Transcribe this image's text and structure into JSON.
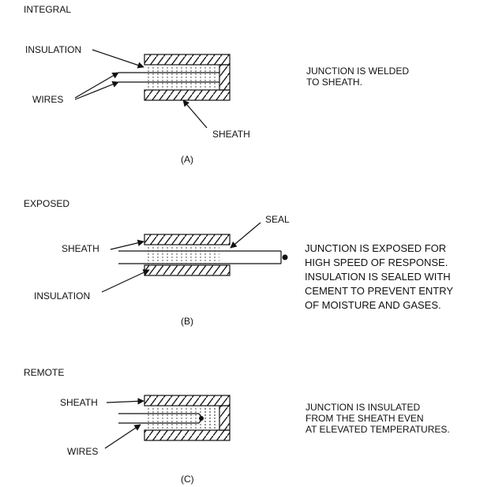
{
  "panels": [
    {
      "title": "INTEGRAL",
      "caption": "(A)",
      "labels": {
        "insulation": "INSULATION",
        "wires": "WIRES",
        "sheath": "SHEATH"
      },
      "description": [
        "JUNCTION IS WELDED",
        "TO SHEATH."
      ]
    },
    {
      "title": "EXPOSED",
      "caption": "(B)",
      "labels": {
        "seal": "SEAL",
        "sheath": "SHEATH",
        "insulation": "INSULATION"
      },
      "description": [
        "JUNCTION IS EXPOSED FOR",
        "HIGH SPEED OF RESPONSE.",
        "INSULATION IS SEALED WITH",
        "CEMENT TO PREVENT ENTRY",
        "OF MOISTURE AND GASES."
      ]
    },
    {
      "title": "REMOTE",
      "caption": "(C)",
      "labels": {
        "sheath": "SHEATH",
        "wires": "WIRES"
      },
      "description": [
        "JUNCTION IS INSULATED",
        "FROM THE SHEATH EVEN",
        "AT ELEVATED TEMPERATURES."
      ]
    }
  ]
}
